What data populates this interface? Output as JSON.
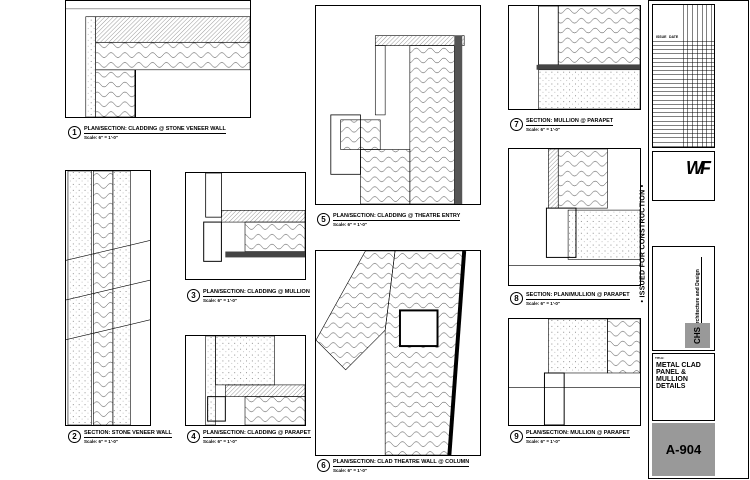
{
  "details": [
    {
      "num": "1",
      "title": "PLAN/SECTION: CLADDING @ STONE VENEER WALL",
      "scale": "Scale: 6\" = 1'-0\""
    },
    {
      "num": "2",
      "title": "SECTION: STONE VENEER WALL",
      "scale": "Scale: 6\" = 1'-0\""
    },
    {
      "num": "3",
      "title": "PLAN/SECTION: CLADDING @ MULLION",
      "scale": "Scale: 6\" = 1'-0\""
    },
    {
      "num": "4",
      "title": "PLAN/SECTION: CLADDING @ PARAPET",
      "scale": "Scale: 6\" = 1'-0\""
    },
    {
      "num": "5",
      "title": "PLAN/SECTION: CLADDING @ THEATRE ENTRY",
      "scale": "Scale: 6\" = 1'-0\""
    },
    {
      "num": "6",
      "title": "PLAN/SECTION: CLAD THEATRE WALL @ COLUMN",
      "scale": "Scale: 6\" = 1'-0\""
    },
    {
      "num": "7",
      "title": "SECTION: MULLION @ PARAPET",
      "scale": "Scale: 6\" = 1'-0\""
    },
    {
      "num": "8",
      "title": "SECTION: PLAN/MULLION @ PARAPET",
      "scale": "Scale: 6\" = 1'-0\""
    },
    {
      "num": "9",
      "title": "PLAN/SECTION: MULLION @ PARAPET",
      "scale": "Scale: 6\" = 1'-0\""
    }
  ],
  "title_block": {
    "issued": "• ISSUED FOR CONSTRUCTION •",
    "rev_header": "ISSUE",
    "date_header": "DATE",
    "firm_tagline": "Architecture and Design",
    "firm_logo": "CHS",
    "client_logo": "WF",
    "title_label": "TITLE:",
    "title_lines": [
      "METAL CLAD",
      "PANEL &",
      "MULLION",
      "DETAILS"
    ],
    "sheet_number": "A-904"
  }
}
